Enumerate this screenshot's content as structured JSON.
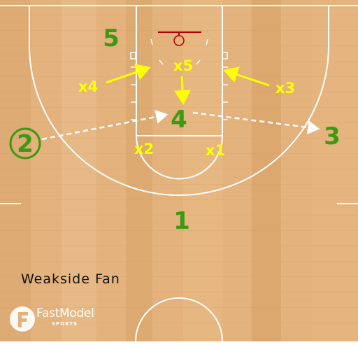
{
  "caption": "Weakside Fan",
  "offense": [
    {
      "label": "5",
      "circled": false
    },
    {
      "label": "4",
      "circled": false
    },
    {
      "label": "2",
      "circled": true
    },
    {
      "label": "3",
      "circled": false
    },
    {
      "label": "1",
      "circled": false
    }
  ],
  "defense": [
    {
      "label": "x5"
    },
    {
      "label": "x4"
    },
    {
      "label": "x3"
    },
    {
      "label": "x2"
    },
    {
      "label": "x1"
    }
  ],
  "colors": {
    "offense": "#3a9a12",
    "defense": "#ffff00",
    "pass_arrow": "#ffffff",
    "court_line": "#ffffff",
    "rim": "#b00000",
    "floor": "#e3b27d"
  },
  "logo": {
    "title": "FastModel",
    "subtitle": "SPORTS",
    "icon": "fastmodel-f-logo-icon"
  }
}
